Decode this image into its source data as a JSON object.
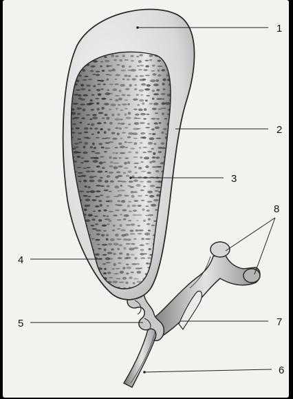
{
  "figure": {
    "labels": [
      "1",
      "2",
      "3",
      "4",
      "5",
      "6",
      "7",
      "8"
    ]
  },
  "colors": {
    "background": "#f4f2ef",
    "frame": "#000000",
    "outline": "#2a2a2a",
    "wall_shade": "#cfcfcf",
    "mucosa": "#9a9a9a",
    "pore": "#2b2b2b"
  }
}
